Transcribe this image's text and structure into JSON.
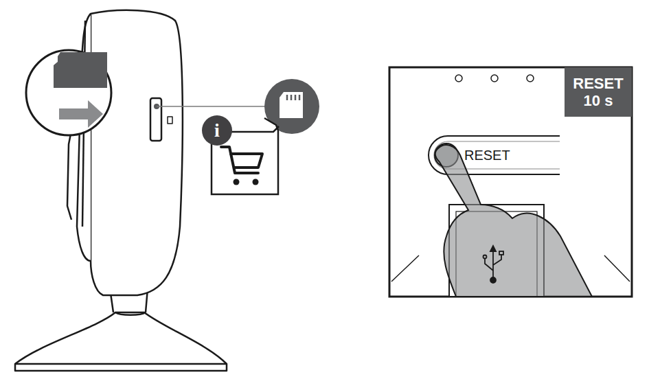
{
  "diagram": {
    "nodes": [
      {
        "text": [
          "RESET 10 s"
        ]
      }
    ],
    "labels": [
      "i",
      "RESET"
    ]
  }
}
